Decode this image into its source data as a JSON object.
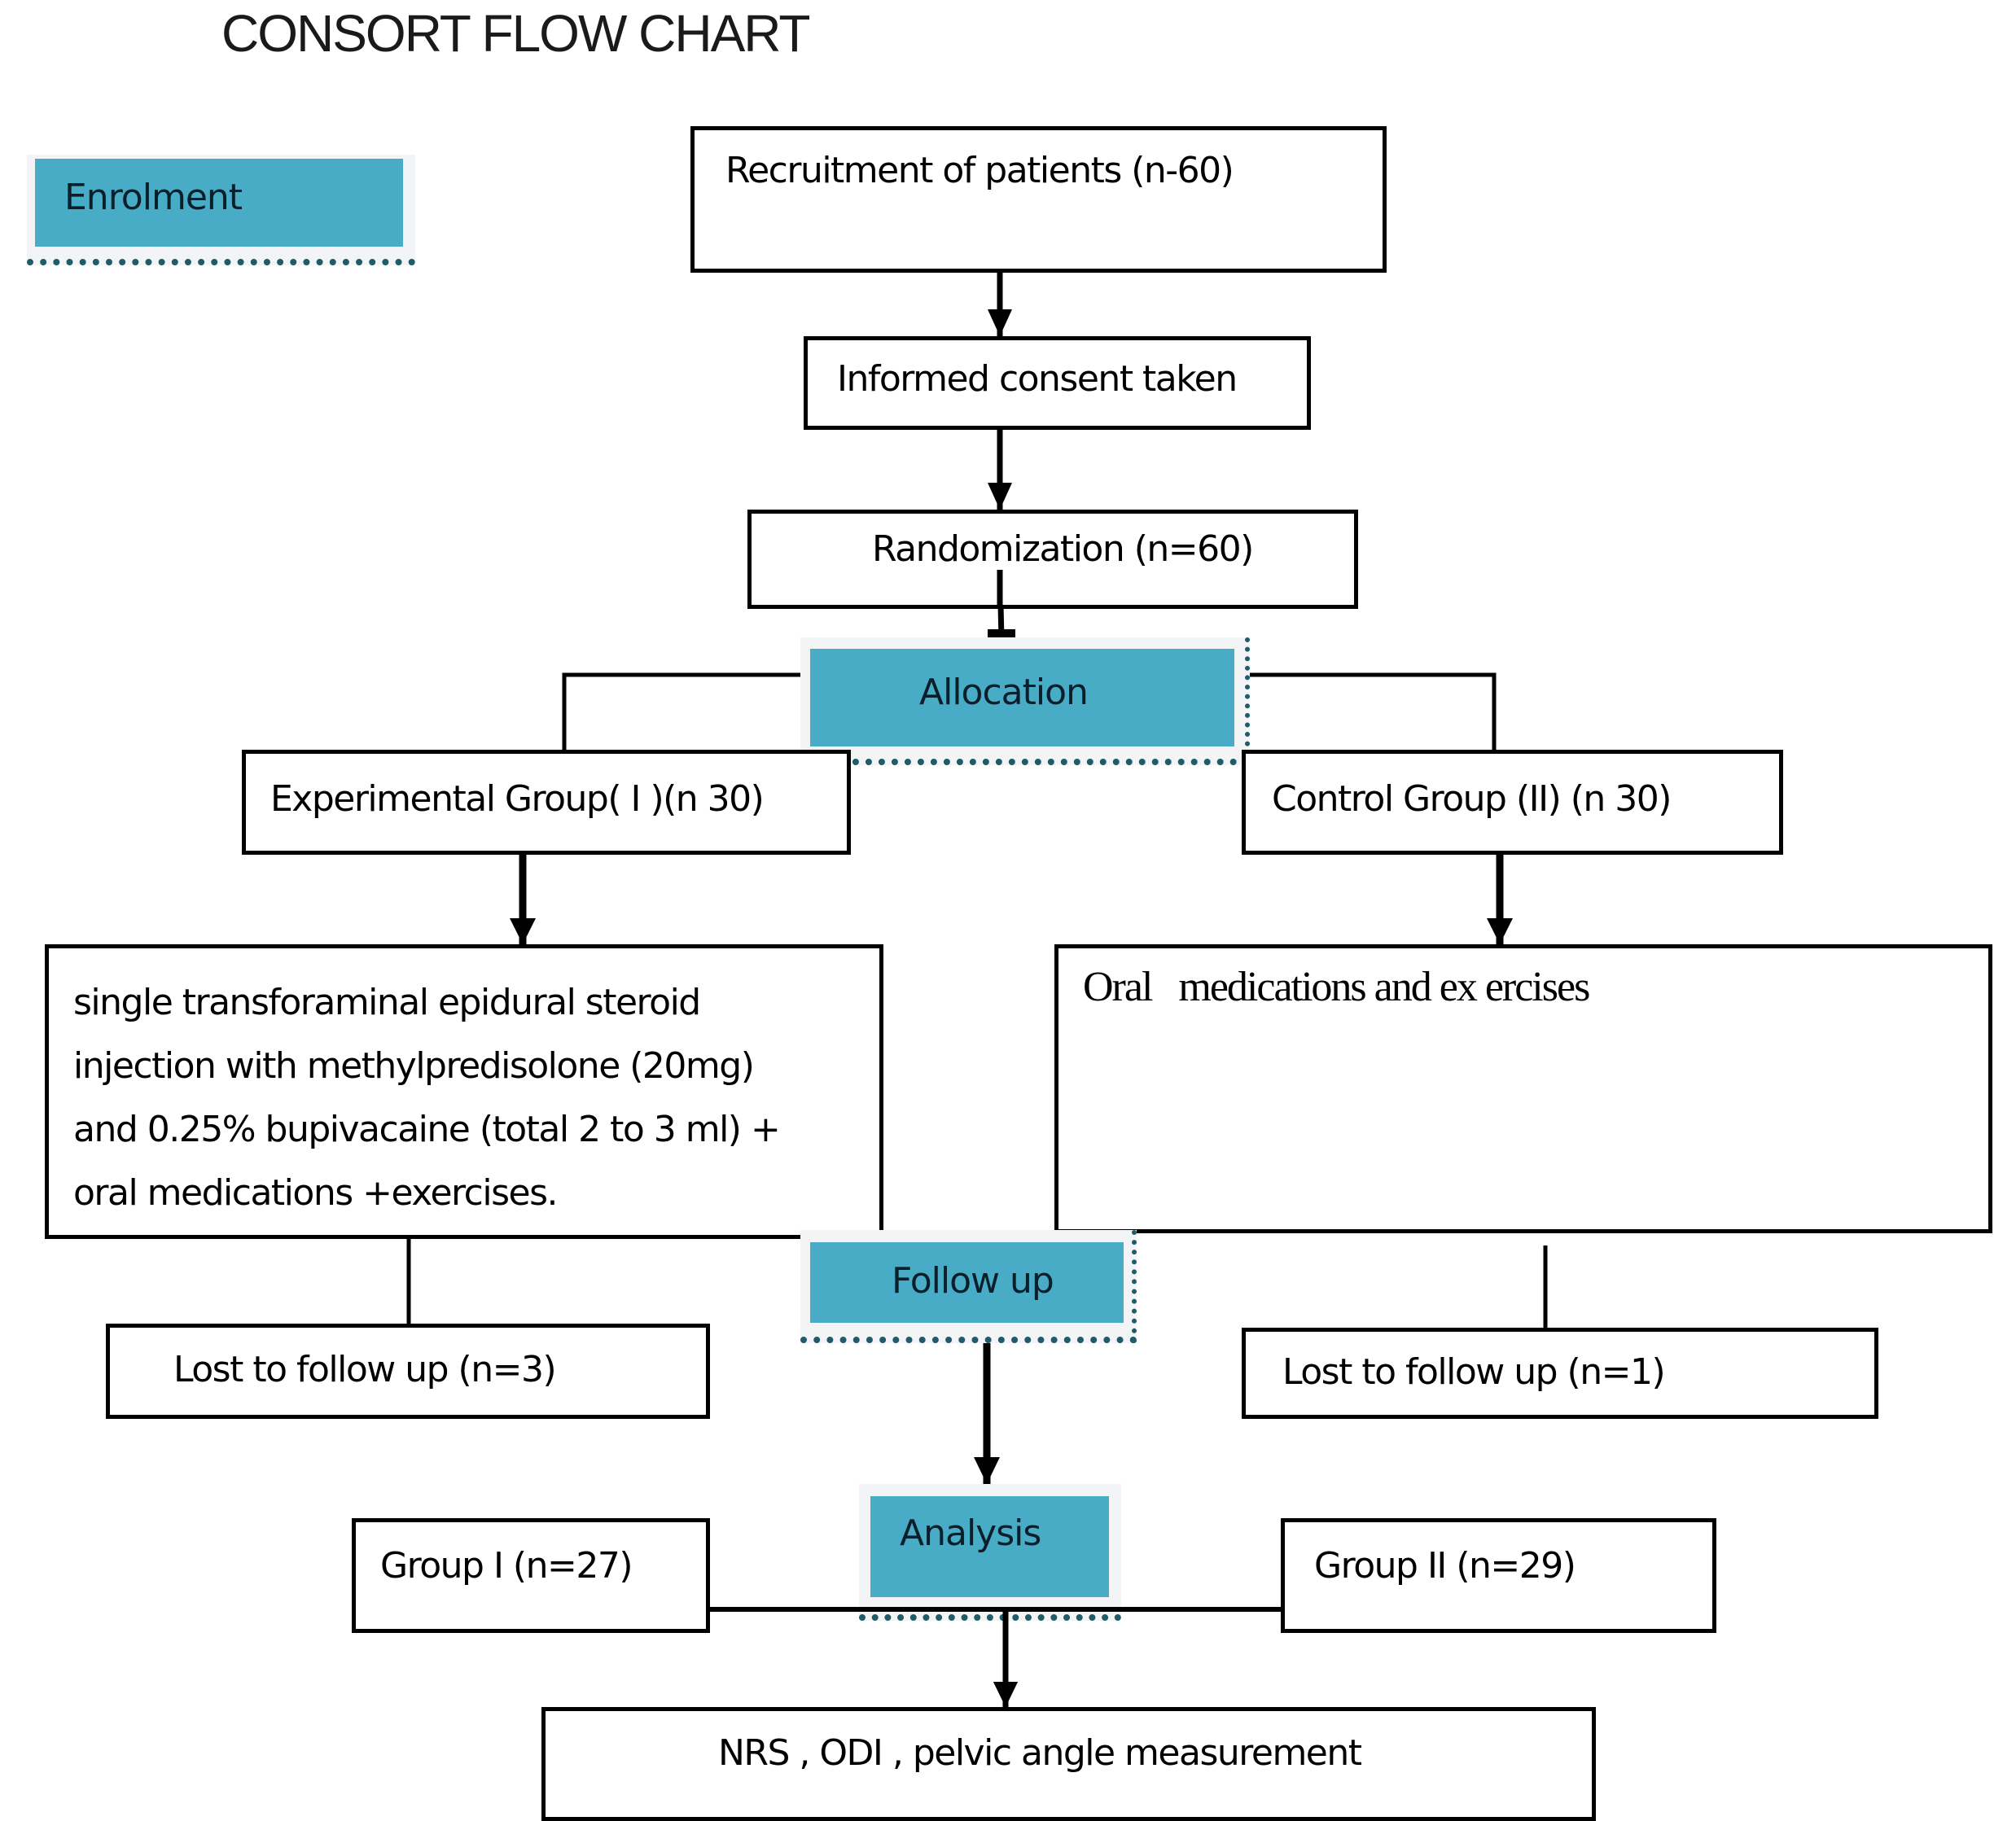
{
  "title": "CONSORT FLOW CHART",
  "stages": {
    "enrolment": "Enrolment",
    "allocation": "Allocation",
    "follow_up": "Follow up",
    "analysis": "Analysis"
  },
  "boxes": {
    "recruitment": "Recruitment of patients (n-60)",
    "consent": "Informed consent taken",
    "randomization": "Randomization (n=60)",
    "experimental_group": "Experimental Group( I )(n 30)",
    "control_group": "Control Group (II) (n 30)",
    "experimental_treatment": [
      "single transforaminal epidural steroid",
      "injection with methylpredisolone (20mg)",
      "and 0.25% bupivacaine (total 2 to 3 ml) +",
      "oral medications +exercises."
    ],
    "control_treatment": "Oral   medications and ex ercises",
    "lost_experimental": "Lost to follow up (n=3)",
    "lost_control": "Lost to follow up (n=1)",
    "analysis_group1": "Group I (n=27)",
    "analysis_group2": "Group II (n=29)",
    "outcomes": "NRS , ODI , pelvic angle measurement"
  },
  "colors": {
    "stage_fill": "#48acc6",
    "stage_frame": "#f3f4f6",
    "stage_dots": "#1f5c6b",
    "line": "#000000"
  }
}
